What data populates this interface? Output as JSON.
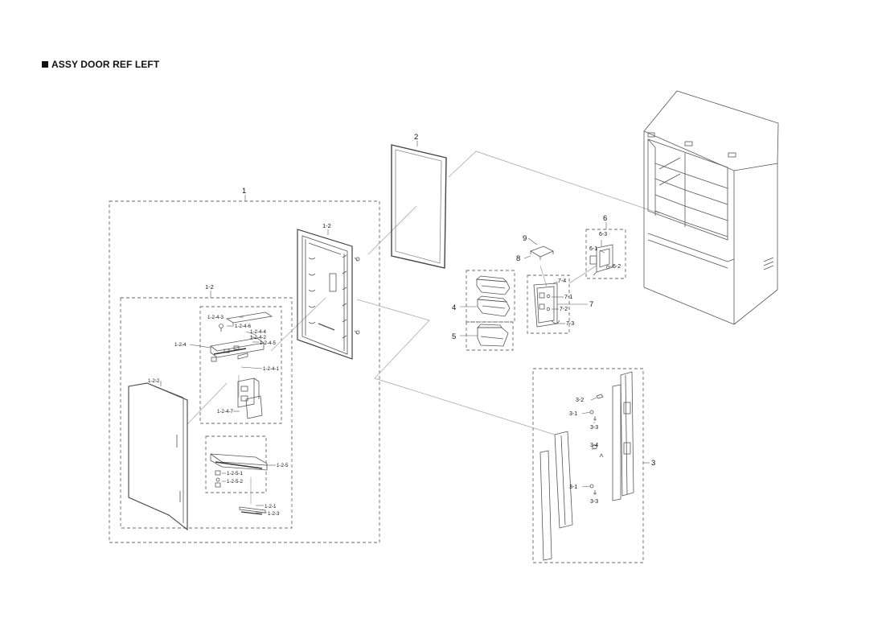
{
  "title": "ASSY DOOR REF LEFT",
  "colors": {
    "ink": "#111111",
    "part": "#555555",
    "dash": "#6a6a6a",
    "leader": "#9a9a9a"
  },
  "labels": {
    "l1": "1",
    "l1_2": "1-2",
    "l1_2b": "1-2",
    "l1_2_4_3": "1-2-4-3",
    "l1_2_4_6": "1-2-4-6",
    "l1_2_4_4": "1-2-4-4",
    "l1_2_4_2": "1-2-4-2",
    "l1_2_4_5": "1-2-4-5",
    "l1_2_4": "1-2-4",
    "l1_2_4_1": "1-2-4-1",
    "l1_2_2": "1-2-2",
    "l1_2_4_7": "1-2-4-7",
    "l1_2_5": "1-2-5",
    "l1_2_5_1": "1-2-5-1",
    "l1_2_5_2": "1-2-5-2",
    "l1_2_1": "1-2-1",
    "l1_2_3": "1-2-3",
    "l2": "2",
    "l3": "3",
    "l3_2": "3-2",
    "l3_1a": "3-1",
    "l3_3a": "3-3",
    "l3_4": "3-4",
    "l3_1b": "3-1",
    "l3_3b": "3-3",
    "l4": "4",
    "l5": "5",
    "l6": "6",
    "l6_3": "6-3",
    "l6_1": "6-1",
    "l6_2": "6-2",
    "l7": "7",
    "l7_4": "7-4",
    "l7_1": "7-1",
    "l7_2": "7-2",
    "l7_3": "7-3",
    "l8": "8",
    "l9": "9"
  }
}
